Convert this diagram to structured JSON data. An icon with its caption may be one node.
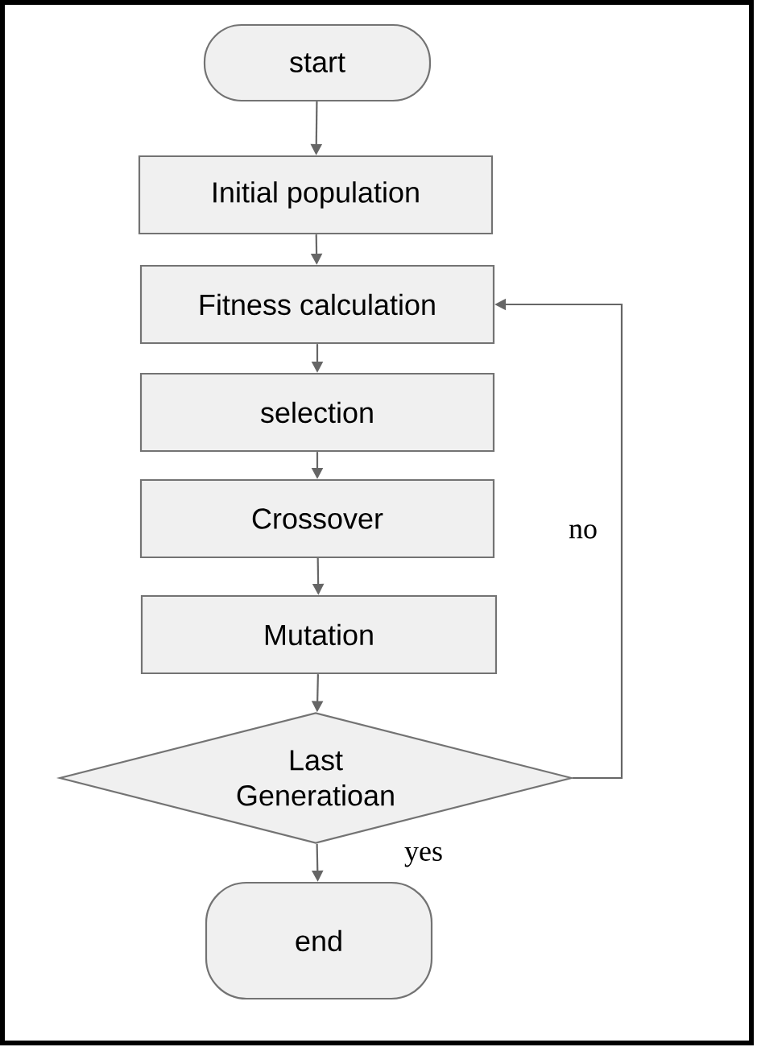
{
  "diagram": {
    "nodes": [
      {
        "text": [
          "start"
        ]
      },
      {
        "text": [
          "Initial population"
        ]
      },
      {
        "text": [
          "Fitness calculation"
        ]
      },
      {
        "text": [
          "selection"
        ]
      },
      {
        "text": [
          "Crossover"
        ]
      },
      {
        "text": [
          "Mutation"
        ]
      },
      {
        "text": [
          "Last Generatioan"
        ]
      },
      {
        "text": [
          "end"
        ]
      }
    ],
    "edges": [
      {
        "from": 0,
        "to": 1,
        "arrow": "to"
      },
      {
        "from": 1,
        "to": 2,
        "arrow": "to"
      },
      {
        "from": 2,
        "to": 3,
        "arrow": "to"
      },
      {
        "from": 3,
        "to": 4,
        "arrow": "to"
      },
      {
        "from": 4,
        "to": 5,
        "arrow": "to"
      },
      {
        "from": 5,
        "to": 6,
        "arrow": "to"
      },
      {
        "from": 6,
        "to": 7,
        "arrow": "to",
        "label": "yes"
      },
      {
        "from": 6,
        "to": 2,
        "arrow": "to",
        "label": "no"
      }
    ]
  }
}
